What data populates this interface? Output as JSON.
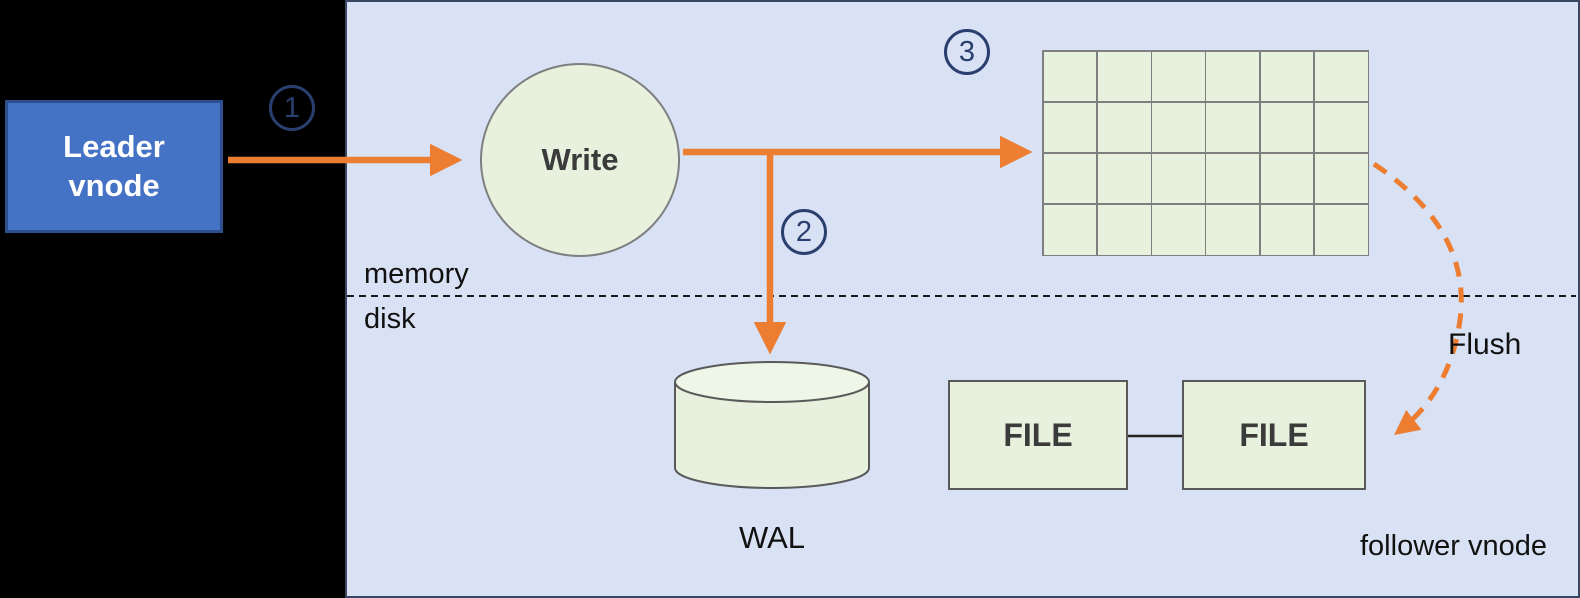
{
  "diagram": {
    "leader_box": {
      "line1": "Leader",
      "line2": "vnode"
    },
    "write_label": "Write",
    "steps": [
      {
        "n": "1"
      },
      {
        "n": "2"
      },
      {
        "n": "3"
      }
    ],
    "memory_label": "memory",
    "disk_label": "disk",
    "wal_label": "WAL",
    "files": [
      {
        "label": "FILE"
      },
      {
        "label": "FILE"
      }
    ],
    "flush_label": "Flush",
    "follower_label": "follower vnode"
  },
  "grid": {
    "rows": 4,
    "cols": 6
  },
  "colors": {
    "panel_bg": "#d9e2f4",
    "node_green": "#e7f1dd",
    "arrow_orange": "#ed7d31",
    "leader_blue": "#4472c4",
    "step_navy": "#2a3f6f"
  }
}
